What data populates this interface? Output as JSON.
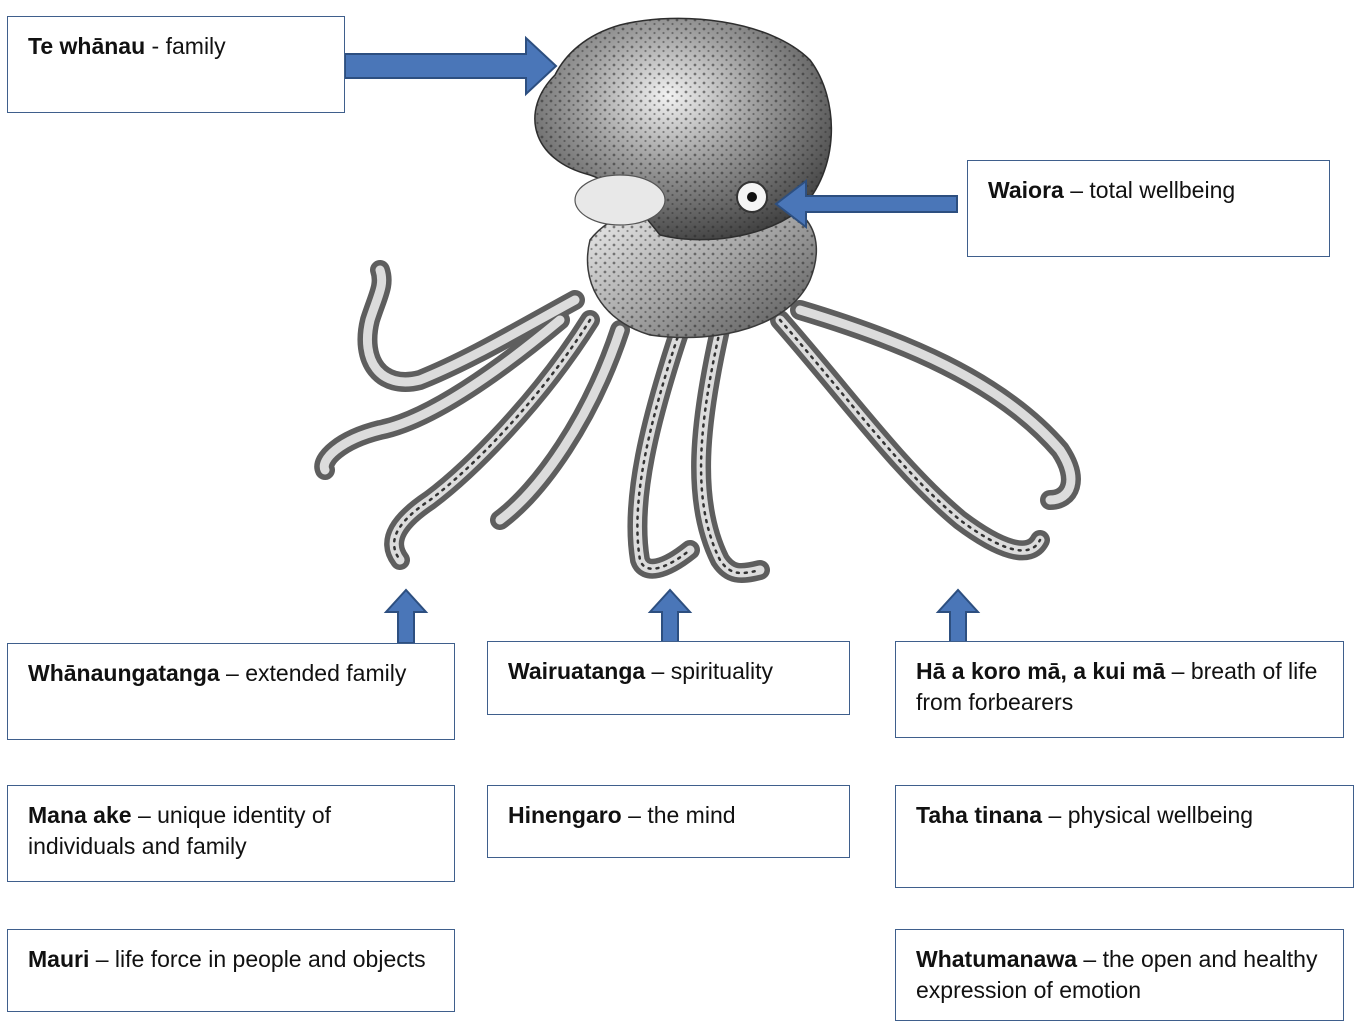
{
  "colors": {
    "arrow_fill": "#4a76b8",
    "arrow_stroke": "#2d4f80",
    "box_border": "#3f5f8c"
  },
  "icons": {
    "illustration": "octopus-illustration",
    "pointer": "block-arrow"
  },
  "concepts": {
    "te_whanau": {
      "term": "Te whānau",
      "sep": " - ",
      "desc": "family"
    },
    "waiora": {
      "term": "Waiora",
      "sep": " – ",
      "desc": "total wellbeing"
    },
    "whanaungatanga": {
      "term": "Whānaungatanga",
      "sep": " – ",
      "desc": "extended family"
    },
    "wairuatanga": {
      "term": "Wairuatanga",
      "sep": " – ",
      "desc": "spirituality"
    },
    "ha_a_koro": {
      "term": "Hā a koro mā, a kui mā",
      "sep": " – ",
      "desc": "breath of life from forbearers"
    },
    "mana_ake": {
      "term": "Mana ake",
      "sep": " – ",
      "desc": "unique identity of individuals and family"
    },
    "hinengaro": {
      "term": "Hinengaro",
      "sep": " – ",
      "desc": "the mind"
    },
    "taha_tinana": {
      "term": "Taha tinana",
      "sep": " – ",
      "desc": "physical wellbeing"
    },
    "mauri": {
      "term": "Mauri",
      "sep": " – ",
      "desc": "life force in people and objects"
    },
    "whatumanawa": {
      "term": "Whatumanawa",
      "sep": " – ",
      "desc": "the open and healthy expression of emotion"
    }
  }
}
